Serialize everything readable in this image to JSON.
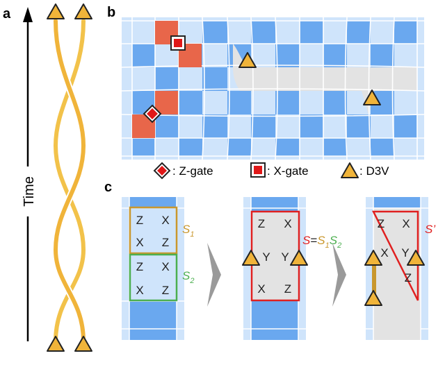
{
  "panels": {
    "a": "a",
    "b": "b",
    "c": "c"
  },
  "time_label": "Time",
  "legend": {
    "z_gate": ": Z-gate",
    "x_gate": ": X-gate",
    "d3v": ": D3V"
  },
  "c": {
    "ops_s1": [
      "Z",
      "X",
      "X",
      "Z"
    ],
    "ops_s2": [
      "Z",
      "X",
      "X",
      "Z"
    ],
    "ops_mid": [
      "Z",
      "X",
      "Y",
      "Y",
      "X",
      "Z"
    ],
    "ops_right": [
      "Z",
      "X",
      "X",
      "Y",
      "Z"
    ],
    "label_s1": {
      "base": "S",
      "sub": "1"
    },
    "label_s2": {
      "base": "S",
      "sub": "2"
    },
    "eq": {
      "lhs": "S",
      "eq": "=",
      "a": "S",
      "a_sub": "1",
      "b": "S",
      "b_sub": "2"
    },
    "label_sprime": "S’"
  },
  "colors": {
    "dark_blue": "#6aa8ef",
    "light_blue": "#cfe4fb",
    "grid_line": "#ffffff",
    "red": "#e8664a",
    "gold": "#f0b43a",
    "gray": "#e3e3e3",
    "s1_box": "#c9972d",
    "s2_box": "#4caf50",
    "s_box": "#e02020"
  }
}
